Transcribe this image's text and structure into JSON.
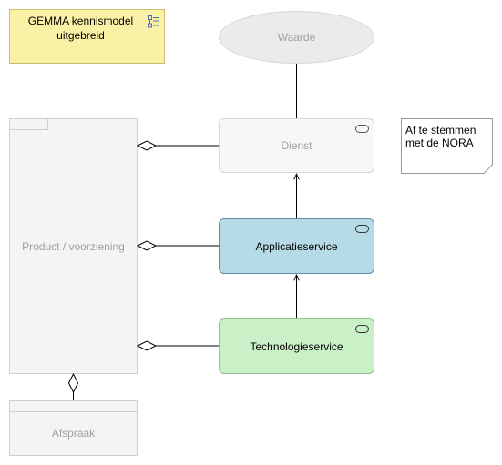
{
  "diagram": {
    "title": "GEMMA kennismodel uitgebreid",
    "waarde": "Waarde",
    "product": "Product / voorziening",
    "afspraak": "Afspraak",
    "dienst": "Dienst",
    "applicatieservice": "Applicatieservice",
    "technologieservice": "Technologieservice",
    "note": "Af te stemmen met de NORA"
  },
  "colors": {
    "note_yellow": "#fbf1a6",
    "application_blue": "#b5dbe6",
    "technology_green": "#c9f0c7",
    "inactive_grey": "#f4f4f4"
  },
  "icons": [
    "model-view-icon",
    "service-icon"
  ]
}
